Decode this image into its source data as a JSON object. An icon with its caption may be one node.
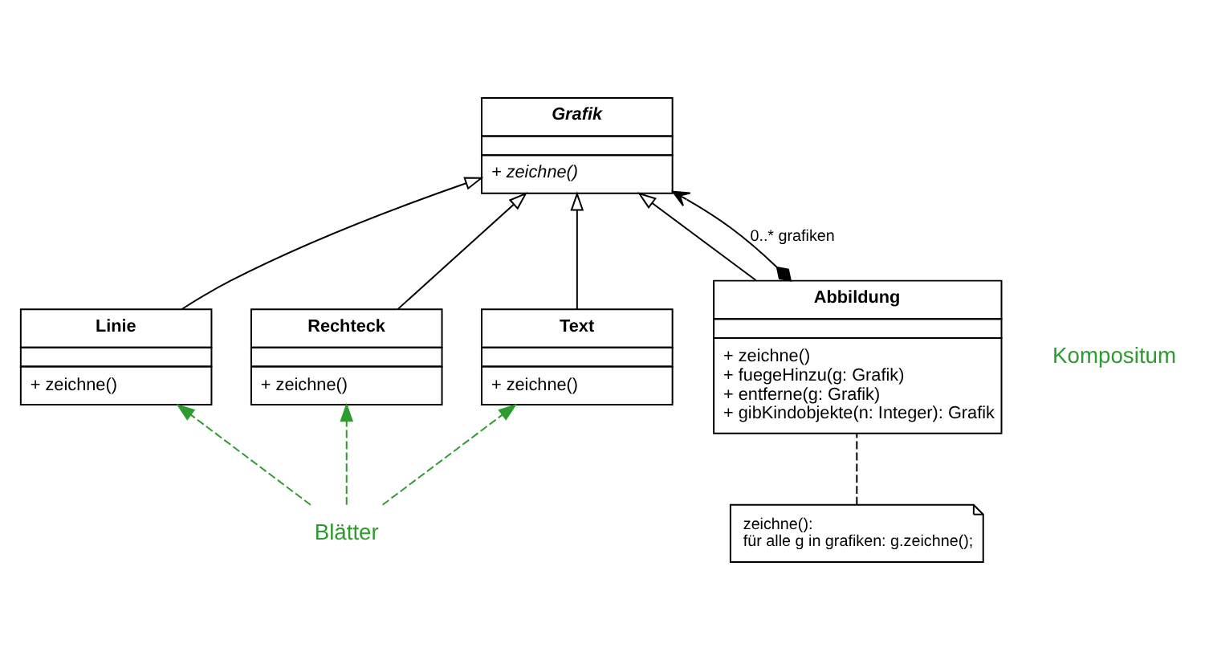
{
  "diagram": {
    "nodes": [
      {
        "text": [
          "Grafik",
          "+ zeichne()"
        ]
      },
      {
        "text": [
          "Linie",
          "+ zeichne()"
        ]
      },
      {
        "text": [
          "Rechteck",
          "+ zeichne()"
        ]
      },
      {
        "text": [
          "Text",
          "+ zeichne()"
        ]
      },
      {
        "text": [
          "Abbildung",
          "+ zeichne()",
          "+ fuegeHinzu(g: Grafik)",
          "+ entferne(g: Grafik)",
          "+ gibKindobjekte(n: Integer): Grafik"
        ]
      },
      {
        "text": [
          "zeichne():",
          "für alle g in grafiken: g.zeichne();"
        ]
      },
      {
        "text": [
          "Blätter"
        ]
      }
    ],
    "edges": [
      {
        "from": 1,
        "to": 0,
        "arrow": "to"
      },
      {
        "from": 2,
        "to": 0,
        "arrow": "to"
      },
      {
        "from": 3,
        "to": 0,
        "arrow": "to"
      },
      {
        "from": 4,
        "to": 0,
        "arrow": "to"
      },
      {
        "from": 4,
        "to": 0,
        "arrow": "to",
        "label": "0..* grafiken"
      },
      {
        "from": 5,
        "to": 4,
        "arrow": "none",
        "style": "dashed"
      },
      {
        "from": 6,
        "to": 1,
        "arrow": "to",
        "style": "dashed",
        "color": "#2e9b2e"
      },
      {
        "from": 6,
        "to": 2,
        "arrow": "to",
        "style": "dashed",
        "color": "#2e9b2e"
      },
      {
        "from": 6,
        "to": 3,
        "arrow": "to",
        "style": "dashed",
        "color": "#2e9b2e"
      }
    ],
    "labels": [
      "Kompositum"
    ]
  }
}
